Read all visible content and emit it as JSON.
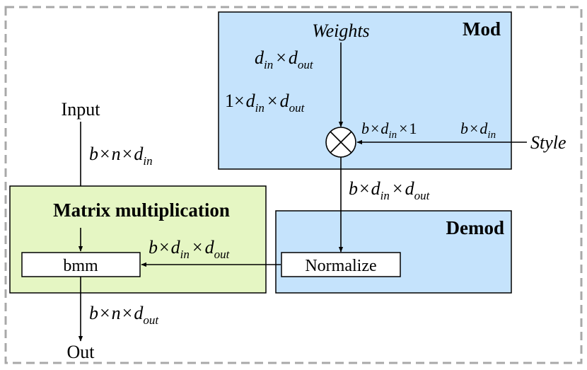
{
  "blocks": {
    "mod": {
      "title": "Mod",
      "fill": "#c5e3fc"
    },
    "demod": {
      "title": "Demod",
      "fill": "#c5e3fc"
    },
    "matmul": {
      "title": "Matrix multiplication",
      "fill": "#e5f6c3"
    }
  },
  "nodes": {
    "input": "Input",
    "output": "Out",
    "weights": "Weights",
    "style": "Style",
    "bmm": "bmm",
    "normalize": "Normalize",
    "multiply_symbol": "⊗"
  },
  "shapes": {
    "weights_shape": {
      "a": "d",
      "a_sub": "in",
      "op": "×",
      "b": "d",
      "b_sub": "out"
    },
    "weights_expanded": {
      "prefix": "1×",
      "a": "d",
      "a_sub": "in",
      "op": "×",
      "b": "d",
      "b_sub": "out"
    },
    "style_expanded": {
      "b": "b",
      "op1": "×",
      "d": "d",
      "d_sub": "in",
      "op2": "×",
      "one": "1"
    },
    "style_shape": {
      "b": "b",
      "op": "×",
      "d": "d",
      "d_sub": "in"
    },
    "modulated": {
      "b": "b",
      "op1": "×",
      "d1": "d",
      "d1_sub": "in",
      "op2": "×",
      "d2": "d",
      "d2_sub": "out"
    },
    "normalized": {
      "b": "b",
      "op1": "×",
      "d1": "d",
      "d1_sub": "in",
      "op2": "×",
      "d2": "d",
      "d2_sub": "out"
    },
    "input_shape": {
      "b": "b",
      "op1": "×",
      "n": "n",
      "op2": "×",
      "d": "d",
      "d_sub": "in"
    },
    "output_shape": {
      "b": "b",
      "op1": "×",
      "n": "n",
      "op2": "×",
      "d": "d",
      "d_sub": "out"
    }
  },
  "colors": {
    "border_dash": "#a8a8a8",
    "stroke": "#000000"
  }
}
